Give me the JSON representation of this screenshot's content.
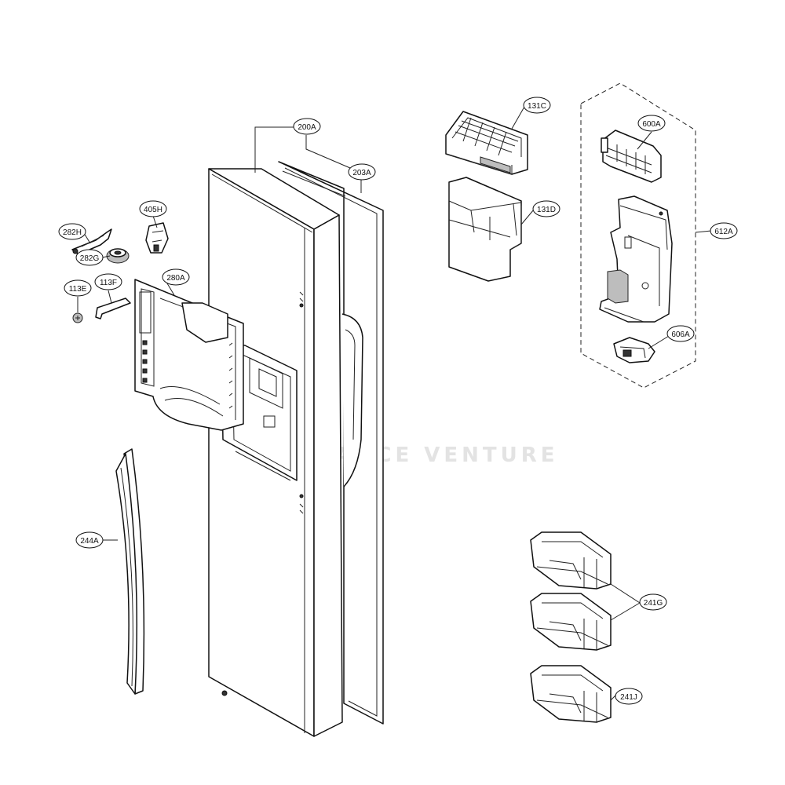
{
  "watermark": "APPLIANCE VENTURE",
  "callouts": [
    {
      "id": "c-200A",
      "text": "200A"
    },
    {
      "id": "c-203A",
      "text": "203A"
    },
    {
      "id": "c-405H",
      "text": "405H"
    },
    {
      "id": "c-282H",
      "text": "282H"
    },
    {
      "id": "c-282G",
      "text": "282G"
    },
    {
      "id": "c-280A",
      "text": "280A"
    },
    {
      "id": "c-113F",
      "text": "113F"
    },
    {
      "id": "c-113E",
      "text": "113E"
    },
    {
      "id": "c-244A",
      "text": "244A"
    },
    {
      "id": "c-131C",
      "text": "131C"
    },
    {
      "id": "c-131D",
      "text": "131D"
    },
    {
      "id": "c-600A",
      "text": "600A"
    },
    {
      "id": "c-612A",
      "text": "612A"
    },
    {
      "id": "c-606A",
      "text": "606A"
    },
    {
      "id": "c-241G",
      "text": "241G"
    },
    {
      "id": "c-241J",
      "text": "241J"
    }
  ]
}
